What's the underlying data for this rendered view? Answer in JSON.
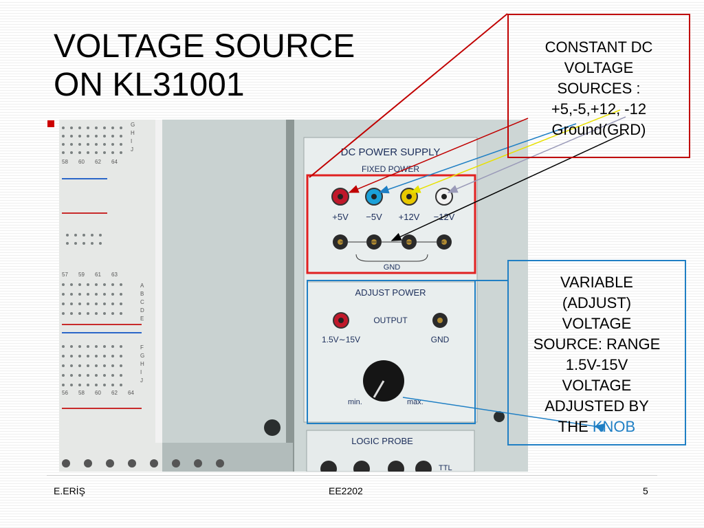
{
  "title": {
    "line1": "VOLTAGE SOURCE",
    "line2": "ON KL31001"
  },
  "photo": {
    "panel_title": "DC POWER SUPPLY",
    "fixed_power_label": "FIXED POWER",
    "terminals": [
      {
        "label": "+5V",
        "color": "#c0182a"
      },
      {
        "label": "−5V",
        "color": "#1aa0d8"
      },
      {
        "label": "+12V",
        "color": "#e8c800"
      },
      {
        "label": "−12V",
        "color": "#f2f2f2"
      }
    ],
    "gnd_label": "GND",
    "adjust_power_label": "ADJUST POWER",
    "output_label": "OUTPUT",
    "range_label": "1.5V∼15V",
    "adjust_gnd_label": "GND",
    "min_label": "min.",
    "max_label": "max.",
    "logic_probe_label": "LOGIC PROBE",
    "ttl_label": "TTL",
    "breadboard_numbers_top": [
      "58",
      "60",
      "62",
      "64"
    ],
    "breadboard_numbers_mid": [
      "57",
      "59",
      "61",
      "63"
    ],
    "breadboard_numbers_bottom": [
      "56",
      "58",
      "60",
      "62",
      "64"
    ],
    "breadboard_letters_a": [
      "A",
      "B",
      "C",
      "D",
      "E"
    ],
    "breadboard_letters_f": [
      "F",
      "G",
      "H",
      "I",
      "J"
    ],
    "breadboard_letters_top": [
      "G",
      "H",
      "I",
      "J"
    ]
  },
  "callouts": {
    "dc": {
      "lines": [
        "CONSTANT DC",
        "VOLTAGE",
        "SOURCES :",
        "+5,-5,+12, -12",
        "Ground(GRD)"
      ],
      "border_color": "#c00000"
    },
    "variable": {
      "lines": [
        "VARIABLE",
        "(ADJUST)",
        "VOLTAGE",
        "SOURCE: RANGE",
        "1.5V-15V",
        "VOLTAGE",
        "ADJUSTED BY"
      ],
      "last_prefix": "THE ",
      "last_highlight": "KNOB",
      "border_color": "#1f7fc4"
    }
  },
  "footer": {
    "left": "E.ERİŞ",
    "center": "EE2202",
    "right": "5"
  }
}
